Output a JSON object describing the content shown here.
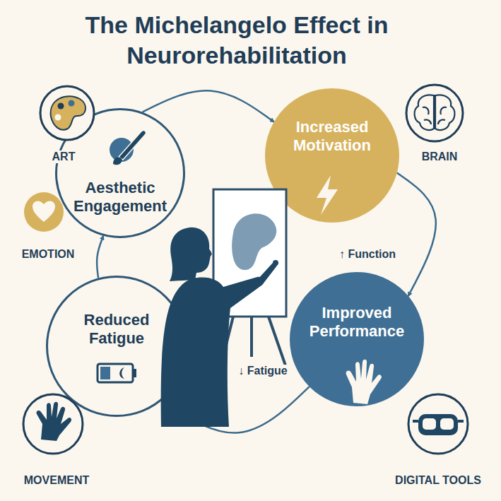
{
  "diagram": {
    "title": "The Michelangelo Effect in Neurorehabilitation",
    "nodes": [
      {
        "text": [
          "Aesthetic Engagement"
        ]
      },
      {
        "text": [
          "Increased Motivation"
        ]
      },
      {
        "text": [
          "Improved Performance"
        ]
      },
      {
        "text": [
          "Reduced Fatigue"
        ]
      }
    ],
    "edges": [
      {
        "from": 0,
        "to": 1,
        "arrow": "to"
      },
      {
        "from": 1,
        "to": 2,
        "arrow": "to"
      },
      {
        "from": 2,
        "to": 3,
        "arrow": "to"
      },
      {
        "from": 3,
        "to": 0,
        "arrow": "to"
      }
    ],
    "labels": [
      "ART",
      "BRAIN",
      "EMOTION",
      "↑ Function",
      "↓ Fatigue",
      "MOVEMENT",
      "DIGITAL TOOLS"
    ]
  }
}
